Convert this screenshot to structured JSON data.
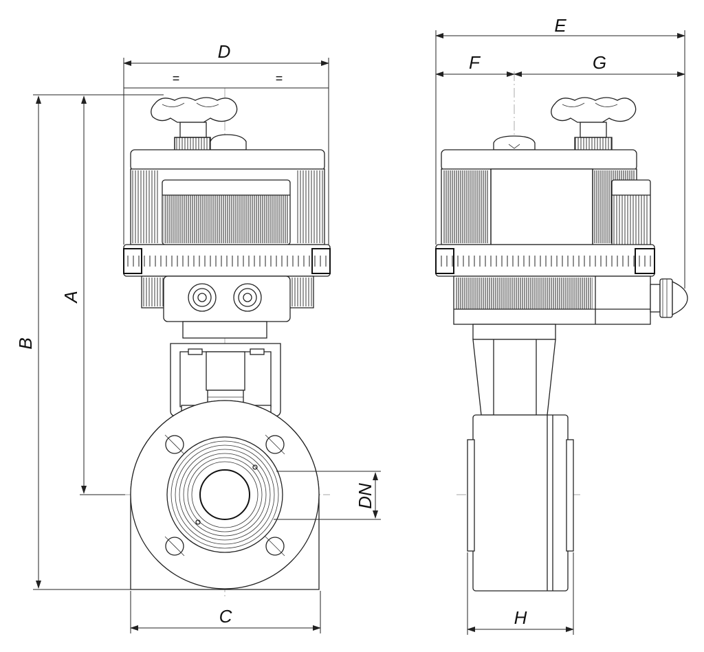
{
  "dimensions": {
    "A": "A",
    "B": "B",
    "C": "C",
    "D": "D",
    "E": "E",
    "F": "F",
    "G": "G",
    "H": "H",
    "DN": "DN"
  },
  "symmetry_mark_left": "=",
  "symmetry_mark_right": "=",
  "colors": {
    "line": "#222222",
    "centerline": "#888888",
    "background": "#ffffff"
  }
}
